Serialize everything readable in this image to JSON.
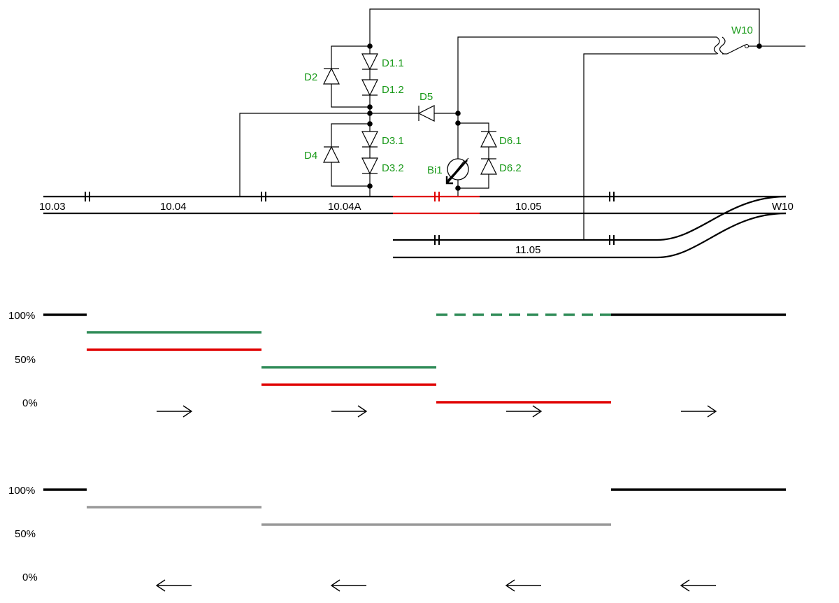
{
  "track_sections": {
    "s1003": "10.03",
    "s1004": "10.04",
    "s1004a": "10.04A",
    "s1005": "10.05",
    "s1105": "11.05",
    "switch": "W10"
  },
  "components": {
    "w10": "W10",
    "d1_1": "D1.1",
    "d1_2": "D1.2",
    "d2": "D2",
    "d5": "D5",
    "d3_1": "D3.1",
    "d3_2": "D3.2",
    "d4": "D4",
    "d6_1": "D6.1",
    "d6_2": "D6.2",
    "bi1": "Bi1"
  },
  "speed_chart_forward": {
    "axis_labels": [
      "100%",
      "50%",
      "0%"
    ],
    "arrows": [
      "→",
      "→",
      "→",
      "→"
    ],
    "colors": {
      "reference": "#000000",
      "green": "#2e8b57",
      "red": "#e00000"
    },
    "segments": [
      {
        "color": "black",
        "level": 100,
        "section": "10.03"
      },
      {
        "color": "green",
        "level": 80,
        "section": "10.04"
      },
      {
        "color": "red",
        "level": 60,
        "section": "10.04"
      },
      {
        "color": "green",
        "level": 40,
        "section": "10.04A"
      },
      {
        "color": "red",
        "level": 20,
        "section": "10.04A"
      },
      {
        "color": "green",
        "level": 100,
        "section": "10.05",
        "dashed": true
      },
      {
        "color": "red",
        "level": 0,
        "section": "10.05"
      },
      {
        "color": "black",
        "level": 100,
        "section": "W10"
      }
    ]
  },
  "speed_chart_reverse": {
    "axis_labels": [
      "100%",
      "50%",
      "0%"
    ],
    "arrows": [
      "←",
      "←",
      "←",
      "←"
    ],
    "colors": {
      "reference": "#000000",
      "grey": "#999999"
    },
    "segments": [
      {
        "color": "black",
        "level": 100,
        "section": "10.03"
      },
      {
        "color": "grey",
        "level": 80,
        "section": "10.04"
      },
      {
        "color": "grey",
        "level": 60,
        "section": "10.04A–10.05"
      },
      {
        "color": "black",
        "level": 100,
        "section": "W10"
      }
    ]
  }
}
